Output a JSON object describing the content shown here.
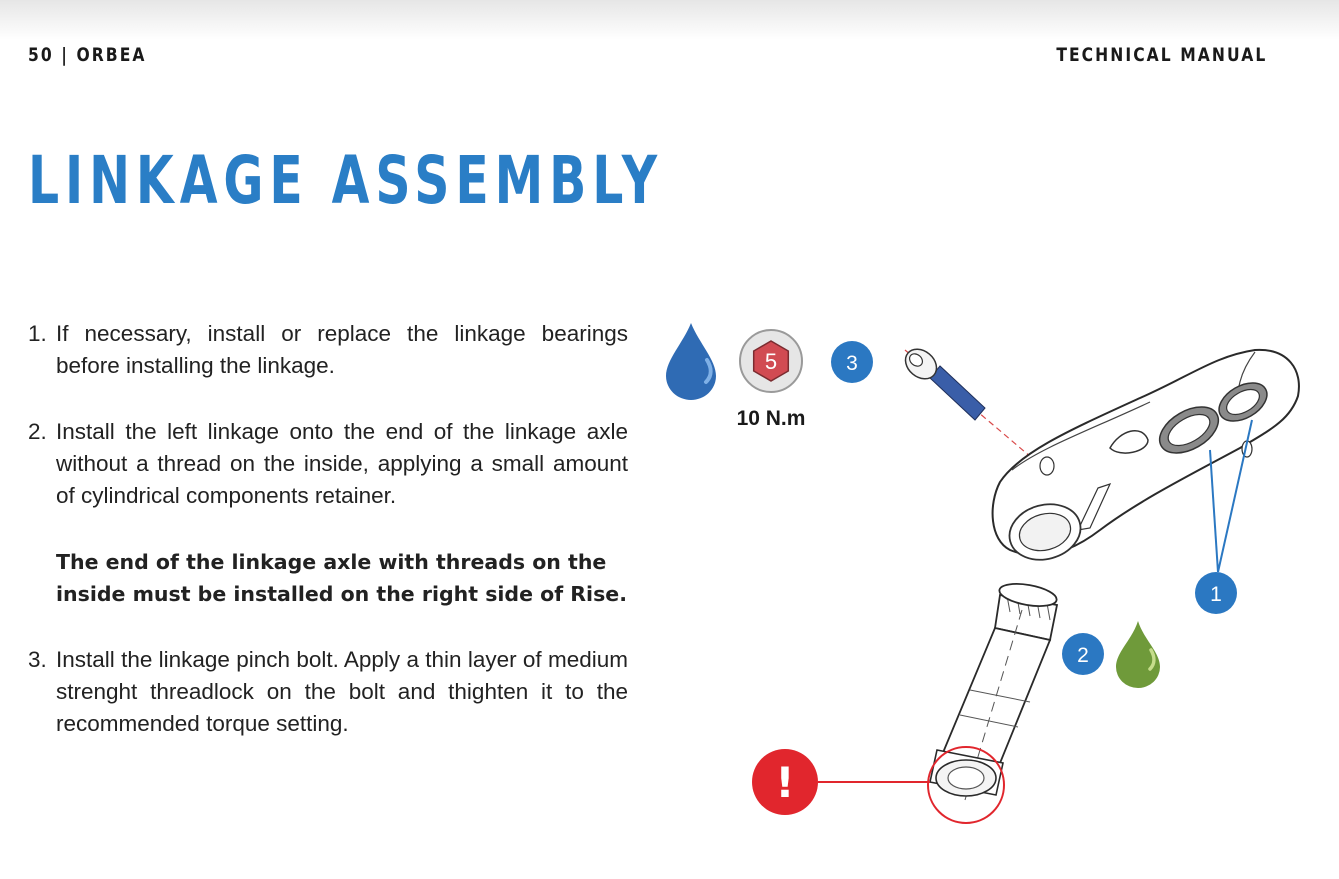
{
  "header": {
    "page_label": "50 | ORBEA",
    "manual_label": "TECHNICAL MANUAL"
  },
  "title": "LINKAGE ASSEMBLY",
  "steps": [
    {
      "number": "1.",
      "text": "If necessary, install or replace the linkage bearings before installing the linkage."
    },
    {
      "number": "2.",
      "text": "Install the left linkage onto the end of the linkage axle without a thread on the inside, applying a small amount of cylindrical components retainer."
    },
    {
      "number": "3.",
      "text": "Install the linkage pinch bolt. Apply a thin layer of medium strenght threadlock on the bolt and thighten it to the recommended torque setting."
    }
  ],
  "note": "The end of the linkage axle with threads on the inside must be installed on the right side of Rise.",
  "diagram": {
    "hex_key_size": "5",
    "torque": "10 N.m",
    "callouts": [
      "1",
      "2",
      "3"
    ],
    "warning_symbol": "!",
    "colors": {
      "accent_blue": "#2a7ec6",
      "callout_blue": "#2b78c2",
      "threadlock_blue": "#2f6bb4",
      "retainer_green": "#6f9a3a",
      "warning_red": "#e1262d",
      "hex_red": "#d14b52"
    }
  }
}
